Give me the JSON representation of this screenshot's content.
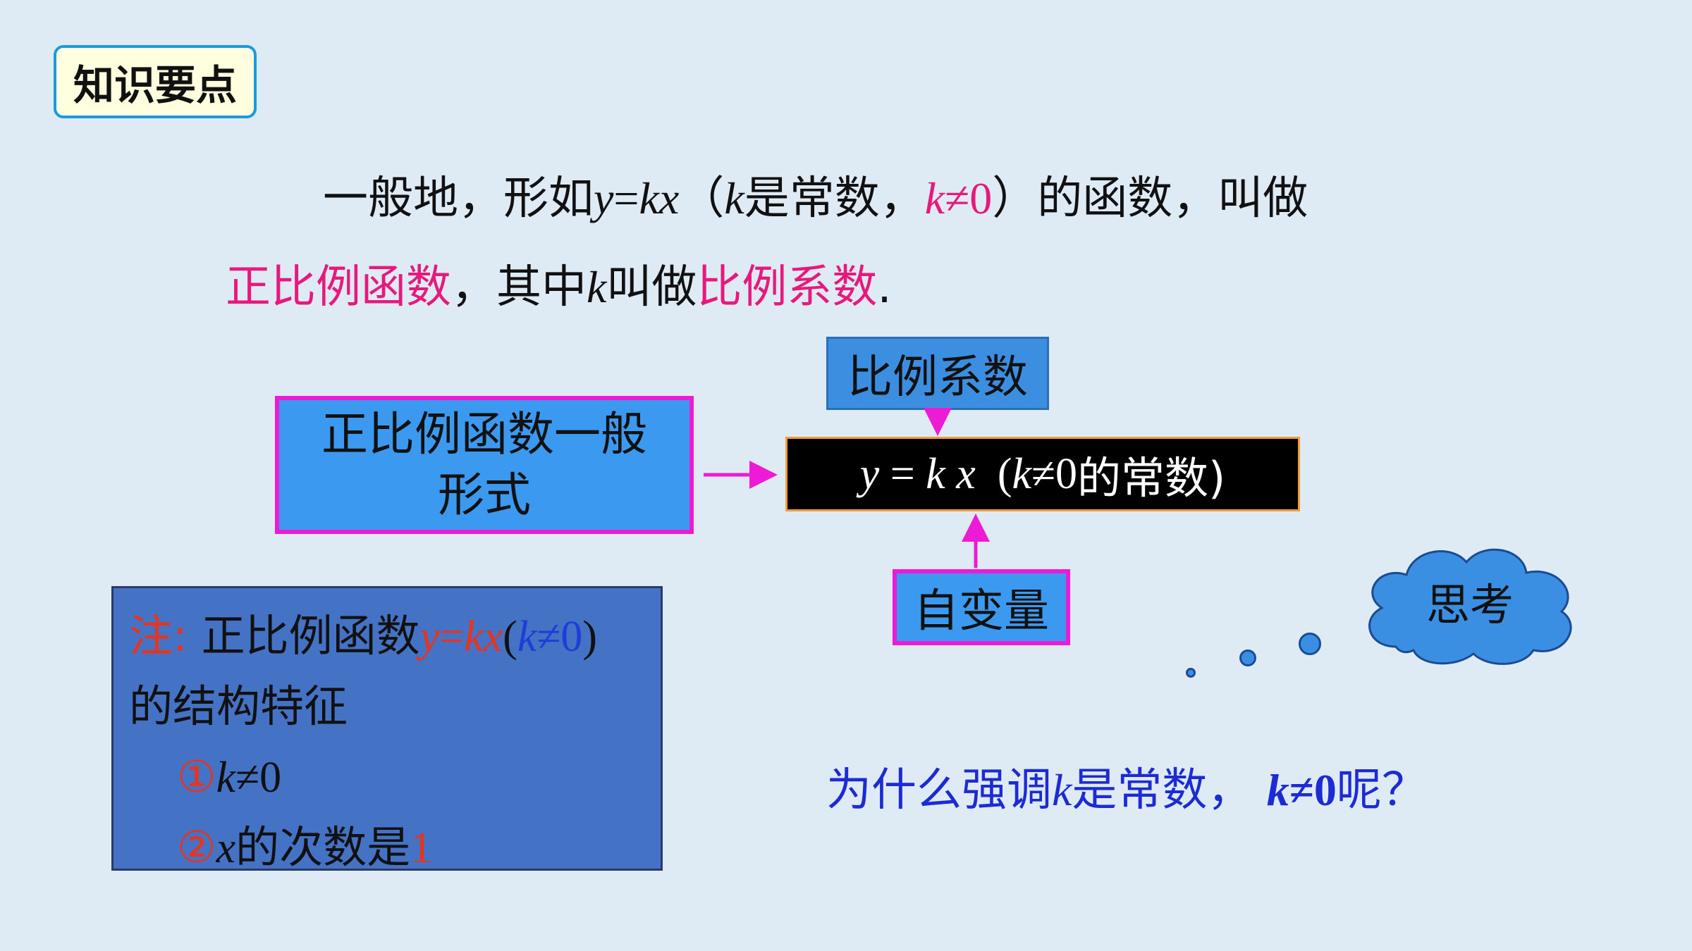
{
  "badge": {
    "label": "知识要点"
  },
  "definition": {
    "l1_a": "一般地，形如",
    "l1_y": "y",
    "l1_eq": "=",
    "l1_kx": "kx",
    "l1_open": "（",
    "l1_k1": "k",
    "l1_const": "是常数，",
    "l1_k2": "k",
    "l1_ne0": "≠0",
    "l1_close": "）的函数，叫做",
    "l2_term1": "正比例函数",
    "l2_mid": "，其中",
    "l2_k": "k",
    "l2_call": "叫做",
    "l2_term2": "比例系数",
    "l2_end": "."
  },
  "diagram": {
    "ratio_label": "比例系数",
    "general_form_line1": "正比例函数一般",
    "general_form_line2": "形式",
    "formula_y": "y",
    "formula_eq": " = ",
    "formula_k": "k",
    "formula_x": " x ",
    "formula_open": " (",
    "formula_k2": "k",
    "formula_ne0": "≠0",
    "formula_tail": "的常数)",
    "variable_label": "自变量"
  },
  "note": {
    "prefix": "注",
    "colon": ":",
    "text1": " 正比例函数",
    "expr_y": "y",
    "expr_eq": "=",
    "expr_kx": "kx",
    "paren_open": "(",
    "cond_k": "k",
    "cond_ne0": "≠0",
    "paren_close": ")",
    "line2": "的结构特征",
    "item1_num": "①",
    "item1_k": "k",
    "item1_ne0": "≠0",
    "item2_num": "②",
    "item2_x": "x",
    "item2_text": "的次数是",
    "item2_val": "1"
  },
  "question": {
    "text_a": "为什么强调",
    "k1": "k",
    "text_b": "是常数，  ",
    "k2": "k",
    "ne0": "≠0",
    "text_c": "呢？"
  },
  "think": {
    "label": "思考"
  },
  "colors": {
    "accent_pink": "#e8197c",
    "box_blue": "#3b99f0",
    "border_magenta": "#ee1bd6",
    "note_bg": "#4472c4",
    "question_blue": "#1c2bd6"
  }
}
